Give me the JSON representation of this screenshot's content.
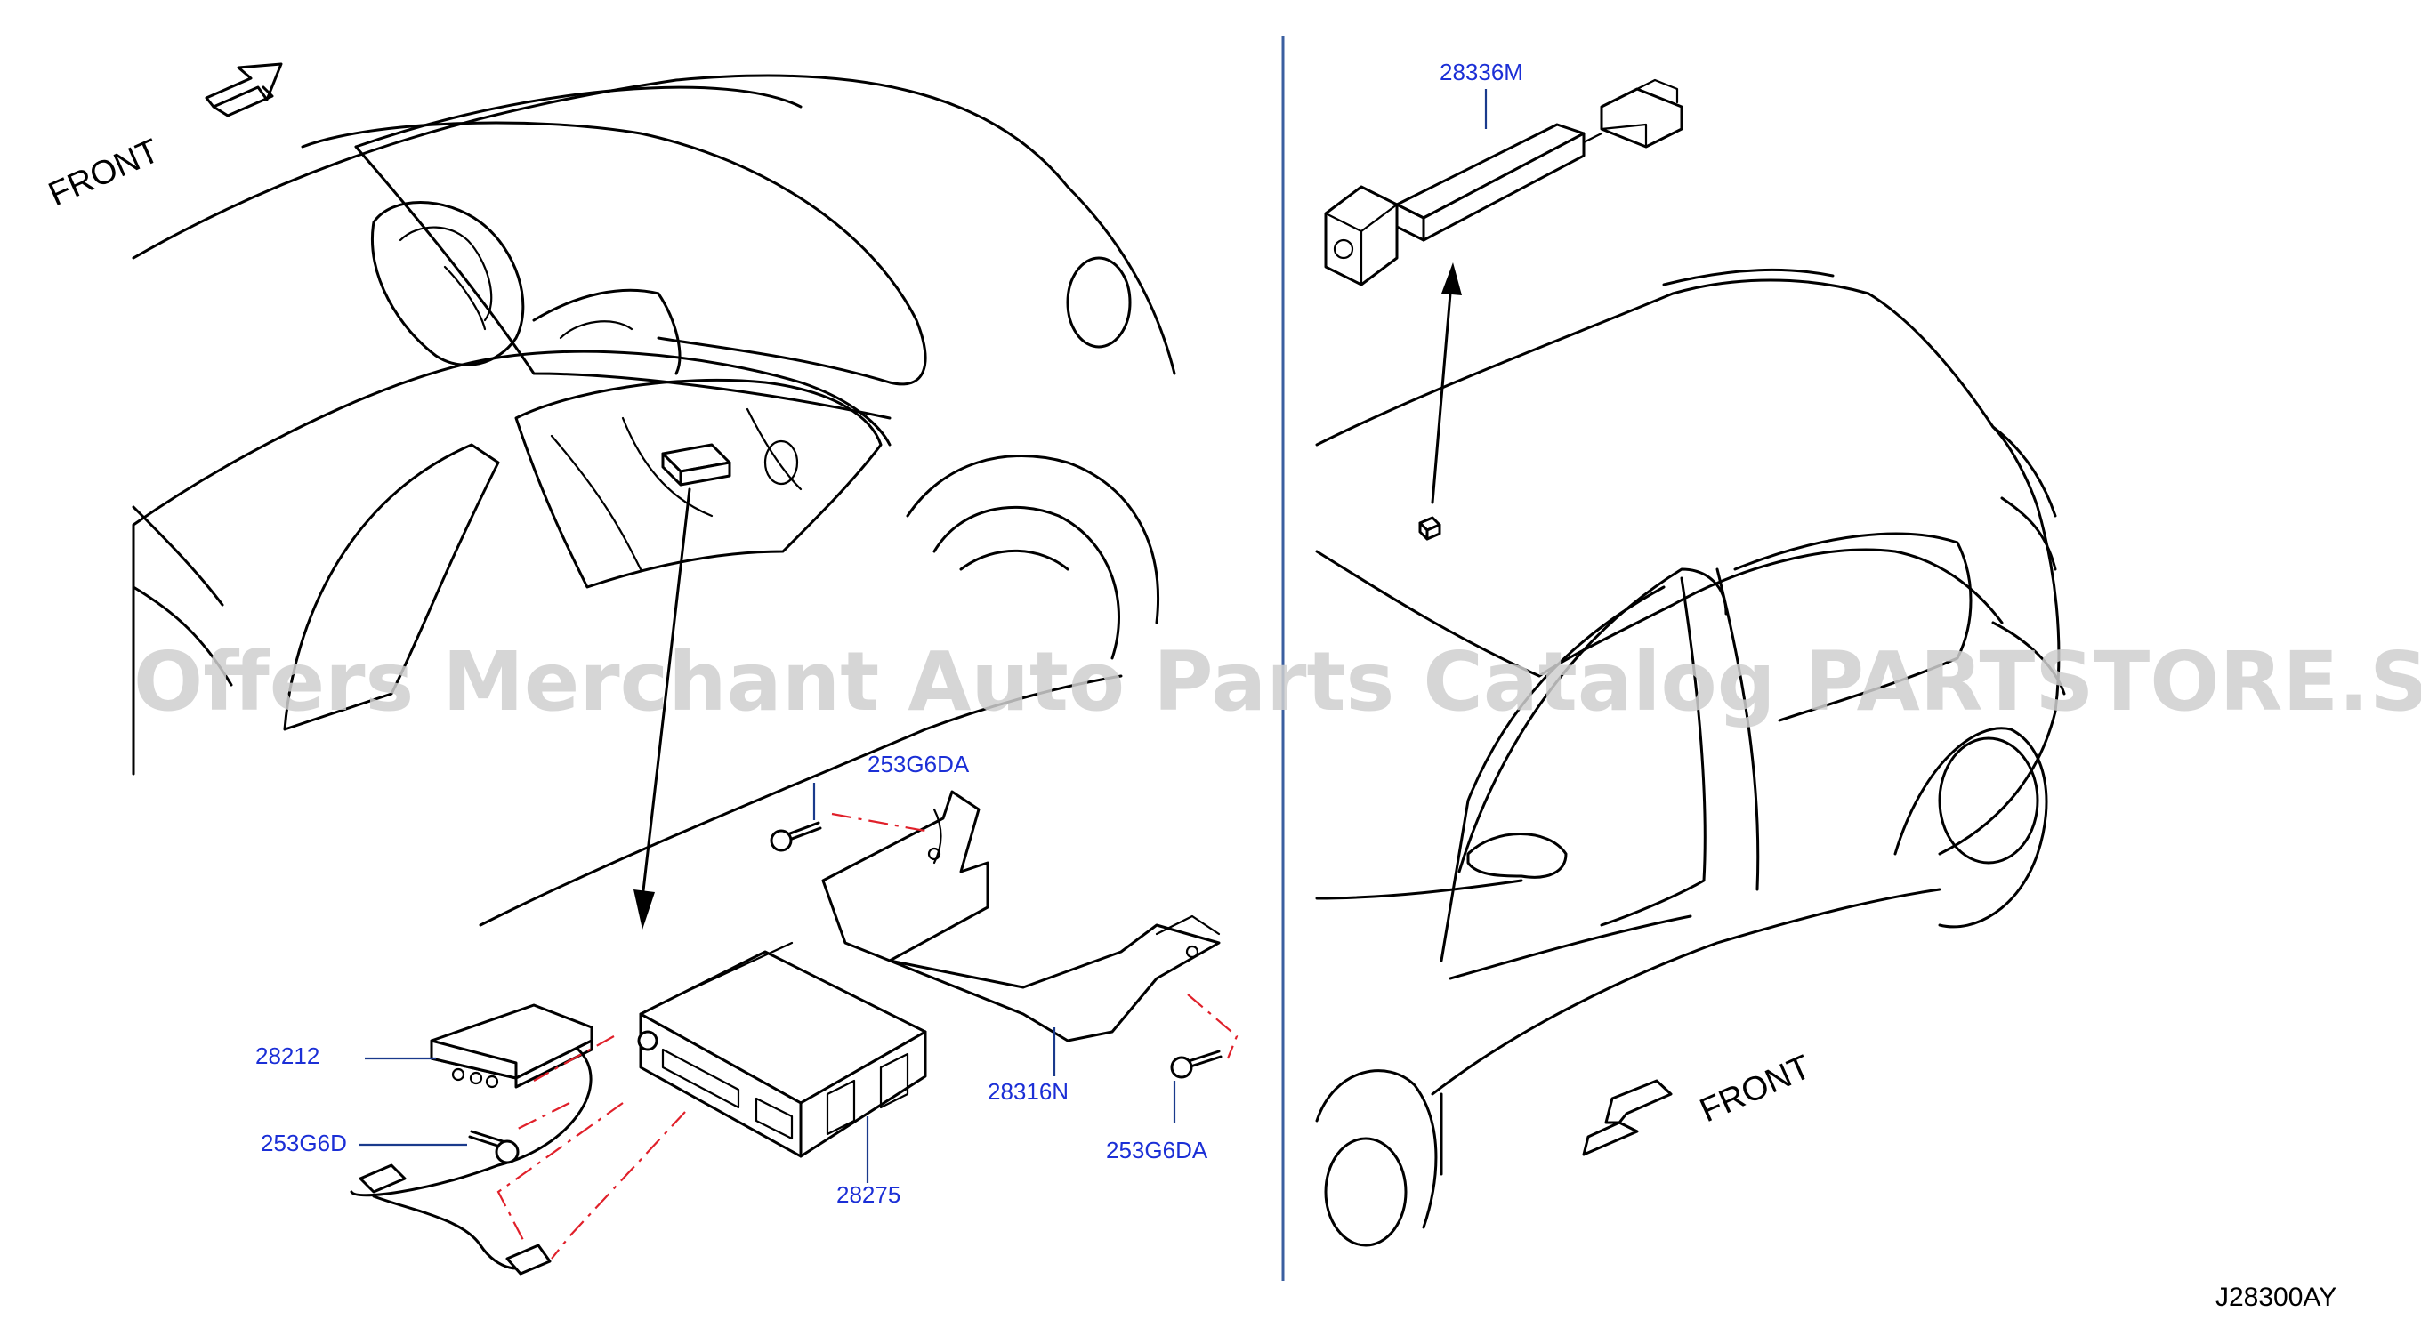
{
  "watermark": "Offers Merchant Auto Parts Catalog PARTSTORE.SA",
  "diagram_code": "J28300AY",
  "orientation": {
    "left": "FRONT",
    "right": "FRONT"
  },
  "parts": {
    "p28336M": "28336M",
    "p253G6DA_top": "253G6DA",
    "p28212": "28212",
    "p253G6D": "253G6D",
    "p28275": "28275",
    "p28316N": "28316N",
    "p253G6DA_bottom": "253G6DA"
  },
  "colors": {
    "part_label": "#1b2fd6",
    "leader": "#1a3a8c",
    "centerline": "#e0202a",
    "divider": "#3b5fa0"
  }
}
